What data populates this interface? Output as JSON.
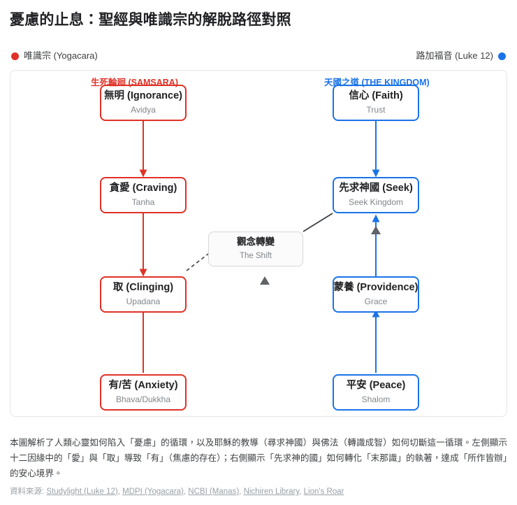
{
  "header": {
    "title": "憂慮的止息：聖經與唯識宗的解脫路徑對照"
  },
  "legend": {
    "left": {
      "label": "唯識宗 (Yogacara)",
      "color": "#e03127",
      "icon": "legend-dot-icon"
    },
    "right": {
      "label": "路加福音 (Luke 12)",
      "color": "#1a73e8",
      "icon": "legend-dot-icon"
    }
  },
  "diagram": {
    "columns": {
      "left_header": "生死輪廻 (SAMSARA)",
      "right_header": "天國之道 (THE KINGDOM)"
    },
    "left_nodes": [
      {
        "title": "無明 (Ignorance)",
        "sub": "Avidya"
      },
      {
        "title": "貪愛 (Craving)",
        "sub": "Tanha"
      },
      {
        "title": "取 (Clinging)",
        "sub": "Upadana"
      },
      {
        "title": "有/苦 (Anxiety)",
        "sub": "Bhava/Dukkha"
      }
    ],
    "right_nodes": [
      {
        "title": "信心 (Faith)",
        "sub": "Trust"
      },
      {
        "title": "先求神國 (Seek)",
        "sub": "Seek Kingdom"
      },
      {
        "title": "蒙養 (Providence)",
        "sub": "Grace"
      },
      {
        "title": "平安 (Peace)",
        "sub": "Shalom"
      }
    ],
    "shift_node": {
      "title": "觀念轉變",
      "sub": "The Shift"
    }
  },
  "footer": {
    "description": "本圖解析了人類心靈如何陷入「憂慮」的循環，以及耶穌的教導（尋求神國）與佛法（轉識成智）如何切斷這一循環。左側顯示十二因緣中的「愛」與「取」導致「有」（焦慮的存在）；右側顯示「先求神的國」如何轉化「末那識」的執著，達成「所作皆辦」的安心境界。",
    "sources_label": "資料來源:",
    "sources": [
      "Studylight (Luke 12)",
      "MDPI (Yogacara)",
      "NCBI (Manas)",
      "Nichiren Library",
      "Lion's Roar"
    ]
  }
}
